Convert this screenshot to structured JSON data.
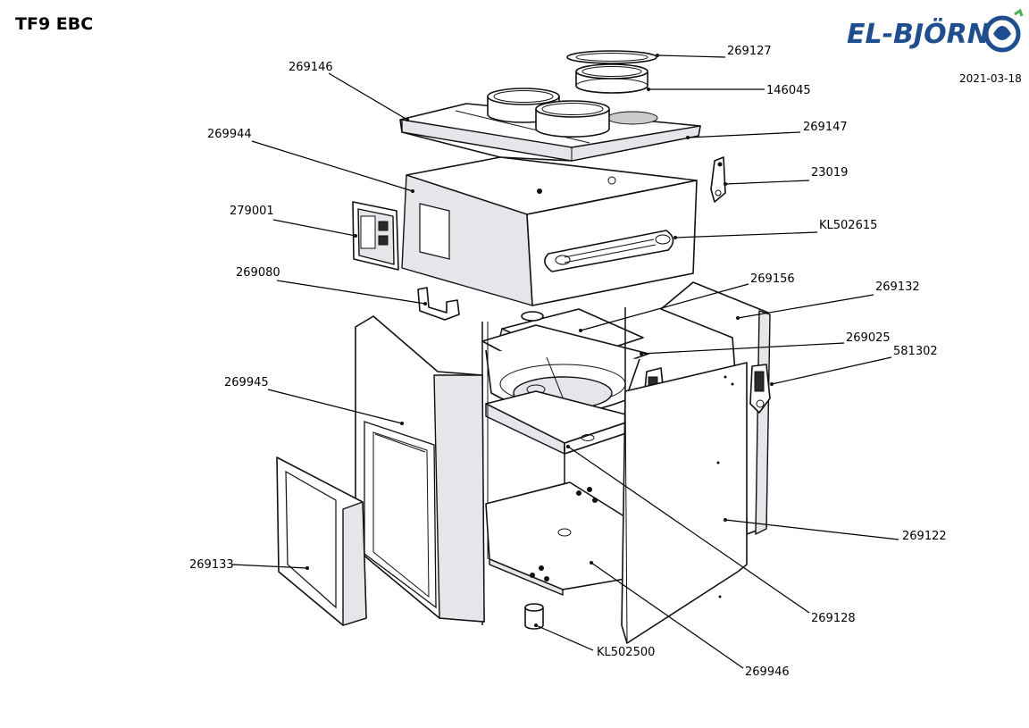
{
  "title": "TF9 EBC",
  "date": "2021-03-18",
  "logo": {
    "text": "EL-BJÖRN",
    "color": "#1f4e8f",
    "accent": "#4caf50"
  },
  "part_numbers": [
    "269127",
    "146045",
    "269146",
    "269147",
    "269944",
    "23019",
    "279001",
    "KL502615",
    "269080",
    "269156",
    "269132",
    "269025",
    "581302",
    "269945",
    "269122",
    "269133",
    "269128",
    "KL502500",
    "269946"
  ]
}
